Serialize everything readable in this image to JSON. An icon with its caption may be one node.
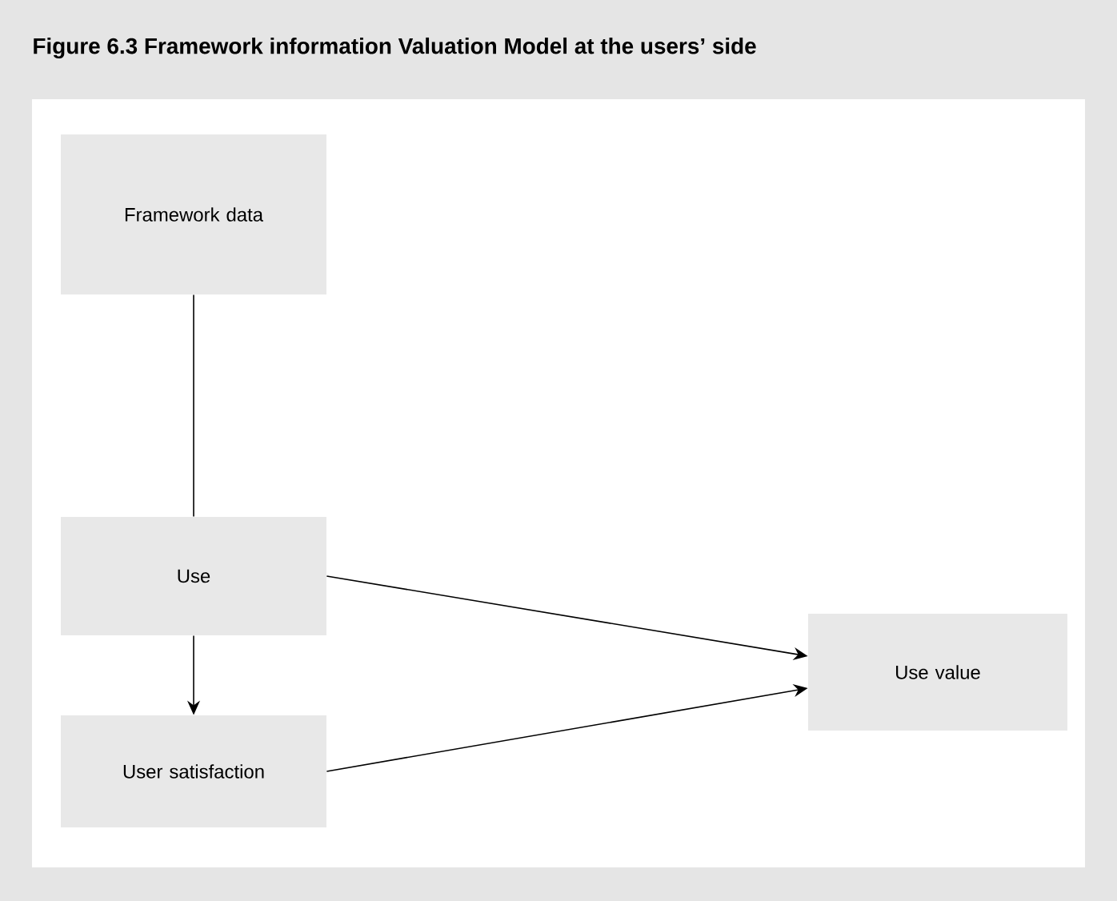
{
  "diagram": {
    "title": "Figure 6.3  Framework information Valuation Model at the users’ side",
    "nodes": [
      {
        "text": [
          "Framework data"
        ]
      },
      {
        "text": [
          "Use"
        ]
      },
      {
        "text": [
          "User satisfaction"
        ]
      },
      {
        "text": [
          "Use value"
        ]
      }
    ],
    "edges": [
      {
        "from": 0,
        "to": 1,
        "arrow": "none"
      },
      {
        "from": 1,
        "to": 2,
        "arrow": "to"
      },
      {
        "from": 1,
        "to": 3,
        "arrow": "to"
      },
      {
        "from": 2,
        "to": 3,
        "arrow": "to"
      }
    ]
  }
}
